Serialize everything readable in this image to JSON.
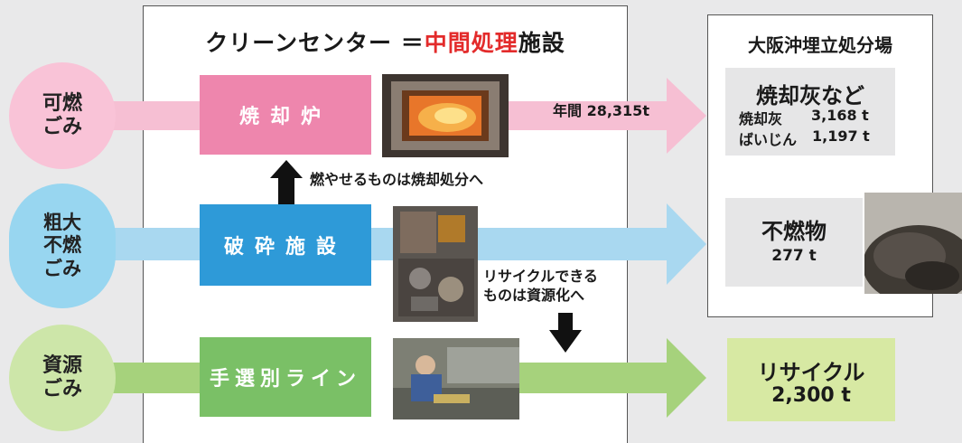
{
  "center": {
    "title_pre": "クリーンセンター ＝",
    "title_highlight": "中間処理",
    "title_post": "施設"
  },
  "landfill": {
    "title": "大阪沖埋立処分場"
  },
  "sources": [
    {
      "label": "可燃\nごみ"
    },
    {
      "label": "粗大\n不燃\nごみ"
    },
    {
      "label": "資源\nごみ"
    }
  ],
  "processes": [
    {
      "label": "焼却炉"
    },
    {
      "label": "破砕施設"
    },
    {
      "label": "手選別ライン"
    }
  ],
  "notes": {
    "annual": "年間 28,315t",
    "burnable": "燃やせるものは焼却処分へ",
    "recyclable": "リサイクルできる\nものは資源化へ"
  },
  "ash": {
    "title": "焼却灰など",
    "item1_label": "焼却灰",
    "item1_value": "3,168 t",
    "item2_label": "ばいじん",
    "item2_value": "1,197 t"
  },
  "nonburnable": {
    "title": "不燃物",
    "value": "277  t"
  },
  "recycle": {
    "title": "リサイクル",
    "value": "2,300 t"
  },
  "colors": {
    "pink_arrow": "#f6bfd3",
    "blue_arrow": "#a9d8f0",
    "green_arrow": "#a6d27c",
    "red_highlight": "#e32b2b"
  }
}
